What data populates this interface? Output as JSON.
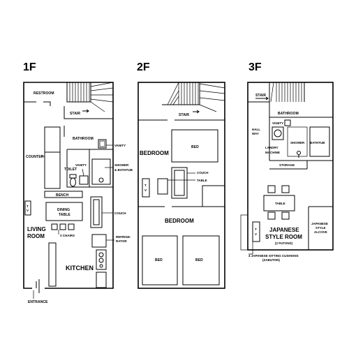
{
  "floors": [
    {
      "label": "1F"
    },
    {
      "label": "2F"
    },
    {
      "label": "3F"
    }
  ],
  "f1": {
    "restroom": "RESTROOM",
    "stair": "STAIR",
    "bathroom": "BATHROOM",
    "vanity": "VANITY",
    "vanity2": "VANITY",
    "counter": "COUNTER",
    "toilet": "TOILET",
    "shower_bathtub": [
      "SHOWER",
      "& BATHTUB"
    ],
    "bench": "BENCH",
    "tv": [
      "T",
      "V"
    ],
    "dining_table": [
      "DINING",
      "TABLE"
    ],
    "couch": "COUCH",
    "living_room": [
      "LIVING",
      "ROOM"
    ],
    "chairs": "3 CHAIRS",
    "refrigerator": [
      "REFRIGE-",
      "RATOR"
    ],
    "kitchen": "KITCHEN",
    "entrance": "ENTRANCE"
  },
  "f2": {
    "stair": "STAIR",
    "bedroom1": "BEDROOM",
    "bed1": "BED",
    "couch": "COUCH",
    "table": "TABLE",
    "tv": [
      "T",
      "V"
    ],
    "bedroom2": "BEDROOM",
    "bed2": "BED",
    "bed3": "BED"
  },
  "f3": {
    "stair": "STAIR",
    "bathroom": "BATHROOM",
    "hallway": [
      "HALL",
      "WAY"
    ],
    "vanity": "VANITY",
    "laundry": [
      "LANDRY",
      "MACHINE"
    ],
    "shower": "SHOWER",
    "bathtub": "BATHTUB",
    "storage": "STORAGE",
    "table": "TABLE",
    "tv": [
      "T",
      "V"
    ],
    "japanese_room": [
      "JAPANESE",
      "STYLE ROOM"
    ],
    "futons": "(2 FUTONS)",
    "alcove": [
      "JAPANESE",
      "STYLE",
      "ALCOVE"
    ],
    "cushions": [
      "4 JAPANESE SITTING CUSHIONS",
      "(ZABUTON)"
    ]
  }
}
